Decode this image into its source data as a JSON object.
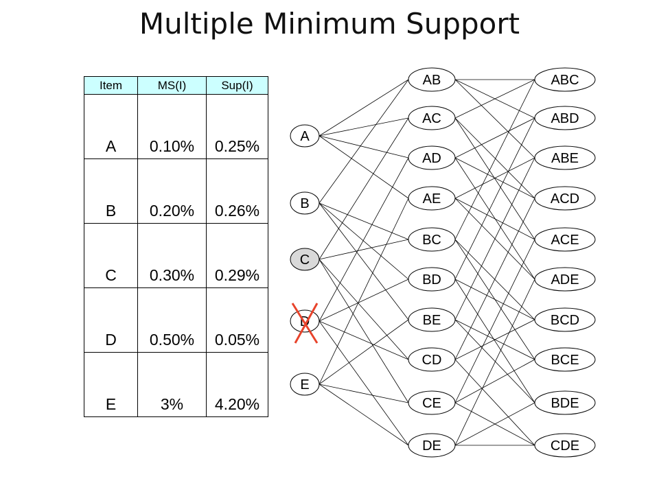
{
  "title": "Multiple Minimum Support",
  "table": {
    "headers": [
      "Item",
      "MS(I)",
      "Sup(I)"
    ],
    "rows": [
      {
        "item": "A",
        "ms": "0.10%",
        "sup": "0.25%"
      },
      {
        "item": "B",
        "ms": "0.20%",
        "sup": "0.26%"
      },
      {
        "item": "C",
        "ms": "0.30%",
        "sup": "0.29%"
      },
      {
        "item": "D",
        "ms": "0.50%",
        "sup": "0.05%"
      },
      {
        "item": "E",
        "ms": "3%",
        "sup": "4.20%"
      }
    ]
  },
  "lattice": {
    "level1": [
      "A",
      "B",
      "C",
      "D",
      "E"
    ],
    "level2": [
      "AB",
      "AC",
      "AD",
      "AE",
      "BC",
      "BD",
      "BE",
      "CD",
      "CE",
      "DE"
    ],
    "level3": [
      "ABC",
      "ABD",
      "ABE",
      "ACD",
      "ACE",
      "ADE",
      "BCD",
      "BCE",
      "BDE",
      "CDE"
    ],
    "highlighted_item": "C",
    "crossed_item": "D",
    "colors": {
      "highlight_fill": "#d9d9d9",
      "node_fill": "#ffffff",
      "cross": "#e8432b",
      "edge": "#000000"
    }
  }
}
